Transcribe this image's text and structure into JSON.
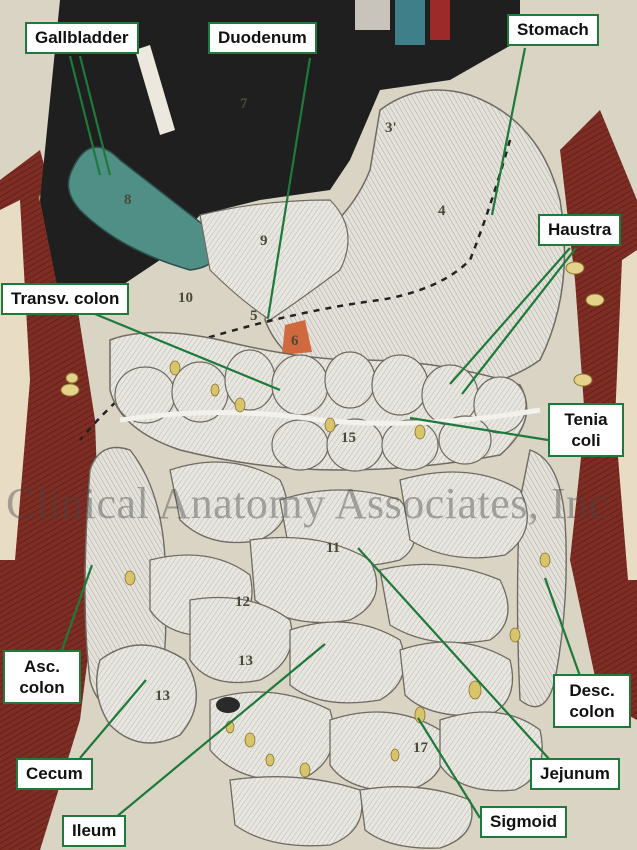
{
  "labels": {
    "gallbladder": "Gallbladder",
    "duodenum": "Duodenum",
    "stomach": "Stomach",
    "haustra": "Haustra",
    "transv_colon": "Transv. colon",
    "tenia_coli_1": "Tenia",
    "tenia_coli_2": "coli",
    "asc_colon_1": "Asc.",
    "asc_colon_2": "colon",
    "desc_colon_1": "Desc.",
    "desc_colon_2": "colon",
    "cecum": "Cecum",
    "jejunum": "Jejunum",
    "ileum": "Ileum",
    "sigmoid": "Sigmoid"
  },
  "watermark": "Clinical Anatomy Associates, Inc",
  "figure_numbers": [
    "8",
    "7",
    "3'",
    "4",
    "9",
    "5",
    "6",
    "10",
    "15",
    "11",
    "12",
    "13",
    "13",
    "17"
  ],
  "colors": {
    "label_border": "#1e7a3a",
    "leader_line": "#1e7a3a",
    "gallbladder": "#4f8f86",
    "liver": "#222222",
    "muscle": "#7a2a22",
    "fat_yellow": "#d8c46a",
    "intestine": "#e7e5df"
  }
}
